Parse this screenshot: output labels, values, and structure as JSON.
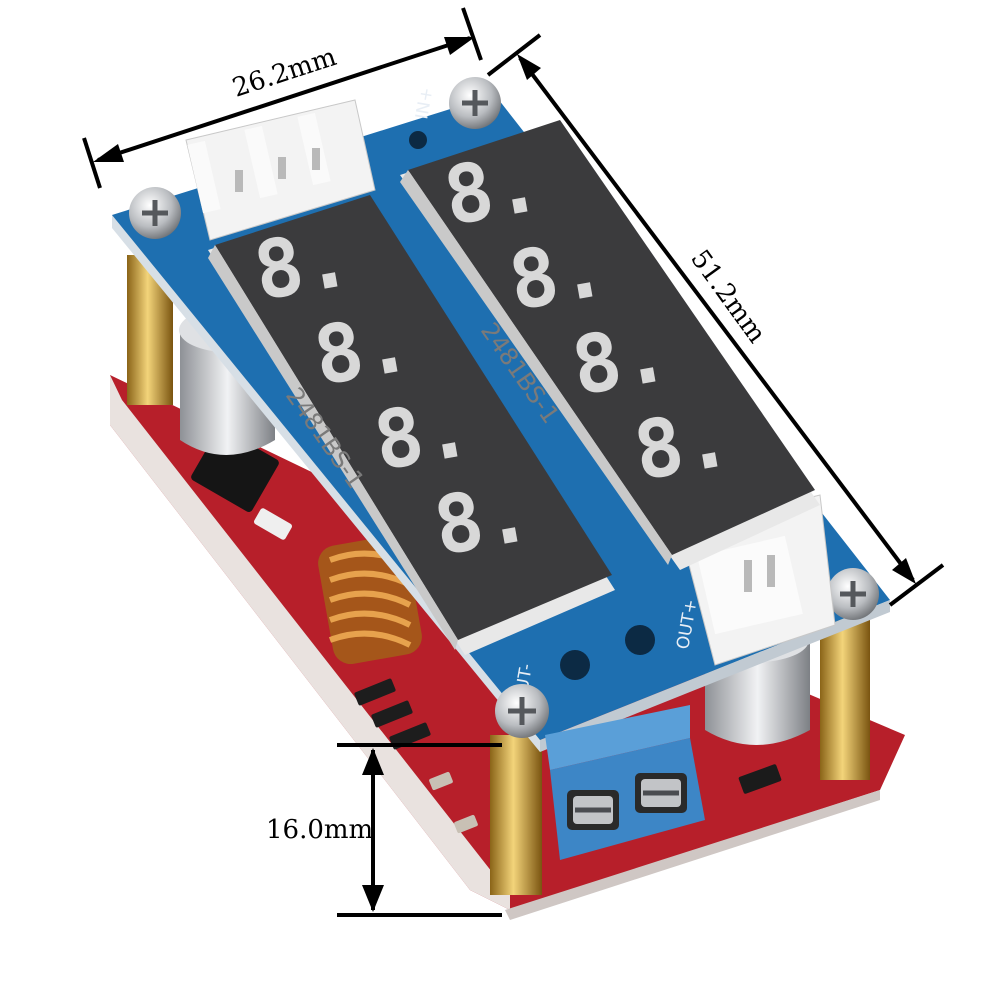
{
  "dimensions": {
    "width": "26.2mm",
    "length": "51.2mm",
    "height": "16.0mm"
  },
  "silkscreen": {
    "in_plus": "IN+",
    "out_plus": "OUT+",
    "out_minus": "OUT-"
  },
  "displays": {
    "left_part_number": "2481BS-1",
    "right_part_number": "2481BS-1",
    "digit_glyph": "8."
  },
  "colors": {
    "pcb_blue": "#1e6fb0",
    "pcb_red": "#b8202a",
    "display_body": "#3a3a3c",
    "display_frame": "#e6e6e6",
    "connector": "#f2f2f2",
    "terminal_block": "#3d86c6",
    "standoff_brass": "#d4a63a"
  }
}
